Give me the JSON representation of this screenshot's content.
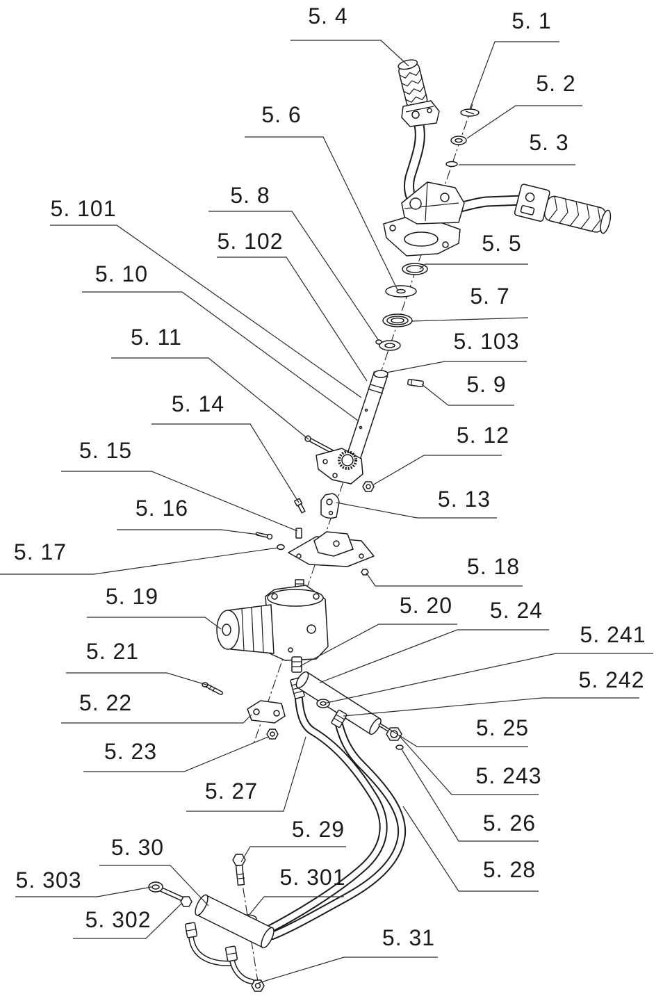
{
  "colors": {
    "line": "#1a1a1a",
    "background": "#ffffff"
  },
  "callouts": {
    "c5_1": "5. 1",
    "c5_2": "5. 2",
    "c5_3": "5. 3",
    "c5_4": "5. 4",
    "c5_5": "5. 5",
    "c5_6": "5. 6",
    "c5_7": "5. 7",
    "c5_8": "5. 8",
    "c5_9": "5. 9",
    "c5_10": "5. 10",
    "c5_101": "5. 101",
    "c5_102": "5. 102",
    "c5_103": "5. 103",
    "c5_11": "5. 11",
    "c5_12": "5. 12",
    "c5_13": "5. 13",
    "c5_14": "5. 14",
    "c5_15": "5. 15",
    "c5_16": "5. 16",
    "c5_17": "5. 17",
    "c5_18": "5. 18",
    "c5_19": "5. 19",
    "c5_20": "5. 20",
    "c5_21": "5. 21",
    "c5_22": "5. 22",
    "c5_23": "5. 23",
    "c5_24": "5. 24",
    "c5_241": "5. 241",
    "c5_242": "5. 242",
    "c5_243": "5. 243",
    "c5_25": "5. 25",
    "c5_26": "5. 26",
    "c5_27": "5. 27",
    "c5_28": "5. 28",
    "c5_29": "5. 29",
    "c5_30": "5. 30",
    "c5_301": "5. 301",
    "c5_302": "5. 302",
    "c5_303": "5. 303",
    "c5_31": "5. 31"
  }
}
